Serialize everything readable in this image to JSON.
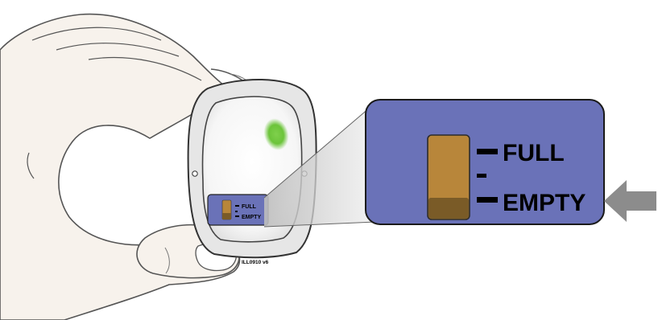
{
  "labels": {
    "full": "FULL",
    "empty": "EMPTY"
  },
  "code": "ILL0910 v6",
  "status_light": "green-light",
  "arrow": "gray-arrow-pointing-left",
  "colors": {
    "panel": "#6a72b8",
    "window_level": "#b8863a",
    "window_low": "#7a5b27",
    "status_light": "#6cc43a",
    "arrow": "#8c8c8c",
    "skin": "#f7f2ec",
    "device_frame": "#e6e6e6"
  }
}
